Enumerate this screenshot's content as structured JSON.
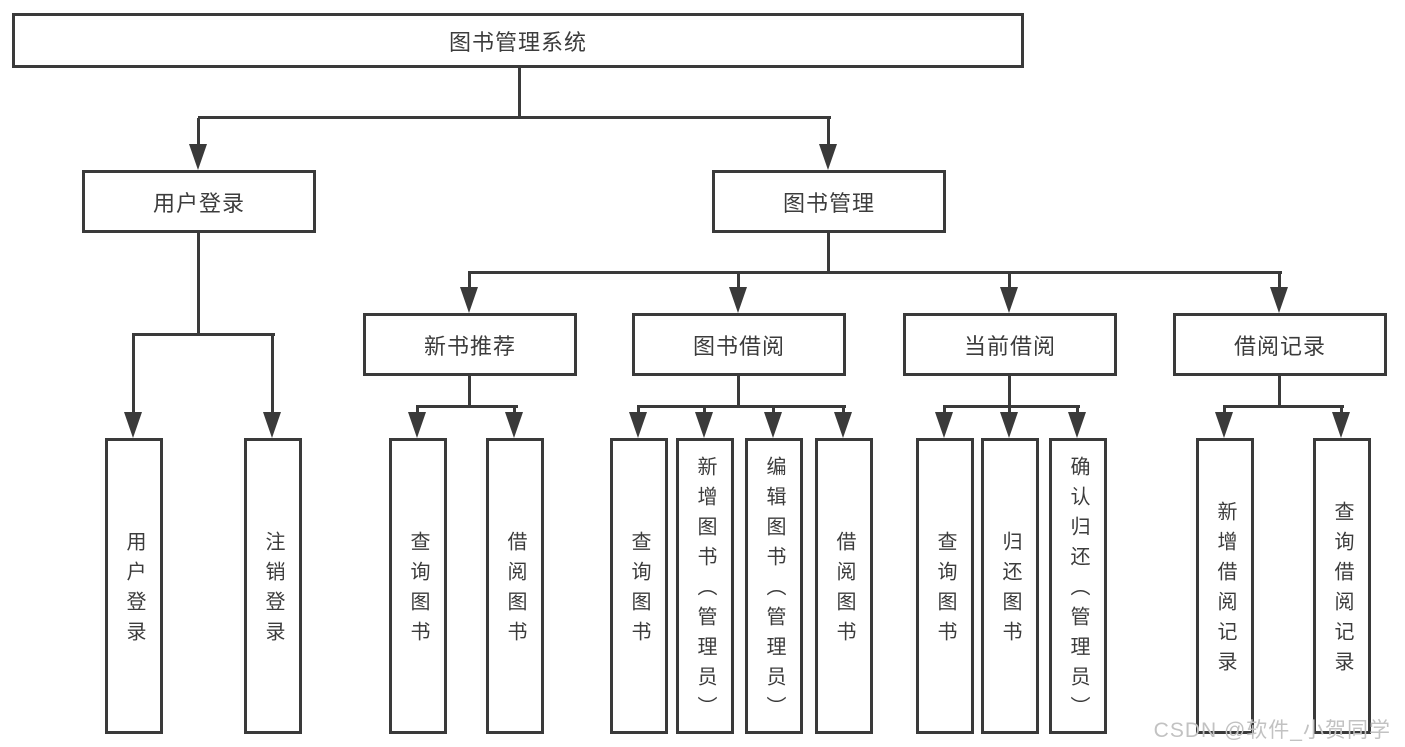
{
  "tree": {
    "root": {
      "label": "图书管理系统"
    },
    "children": [
      {
        "label": "用户登录",
        "leaves": [
          {
            "label": "用户登录"
          },
          {
            "label": "注销登录"
          }
        ]
      },
      {
        "label": "图书管理",
        "children": [
          {
            "label": "新书推荐",
            "leaves": [
              {
                "label": "查询图书"
              },
              {
                "label": "借阅图书"
              }
            ]
          },
          {
            "label": "图书借阅",
            "leaves": [
              {
                "label": "查询图书"
              },
              {
                "label": "新增图书（管理员）"
              },
              {
                "label": "编辑图书（管理员）"
              },
              {
                "label": "借阅图书"
              }
            ]
          },
          {
            "label": "当前借阅",
            "leaves": [
              {
                "label": "查询图书"
              },
              {
                "label": "归还图书"
              },
              {
                "label": "确认归还（管理员）"
              }
            ]
          },
          {
            "label": "借阅记录",
            "leaves": [
              {
                "label": "新增借阅记录"
              },
              {
                "label": "查询借阅记录"
              }
            ]
          }
        ]
      }
    ]
  },
  "watermark": {
    "text": "CSDN @软件_小贺同学"
  },
  "colors": {
    "line": "#3a3a3a",
    "text": "#3c3c3c",
    "node_background": "#ffffff",
    "watermark": "#c2c2c2",
    "background": "#ffffff"
  }
}
